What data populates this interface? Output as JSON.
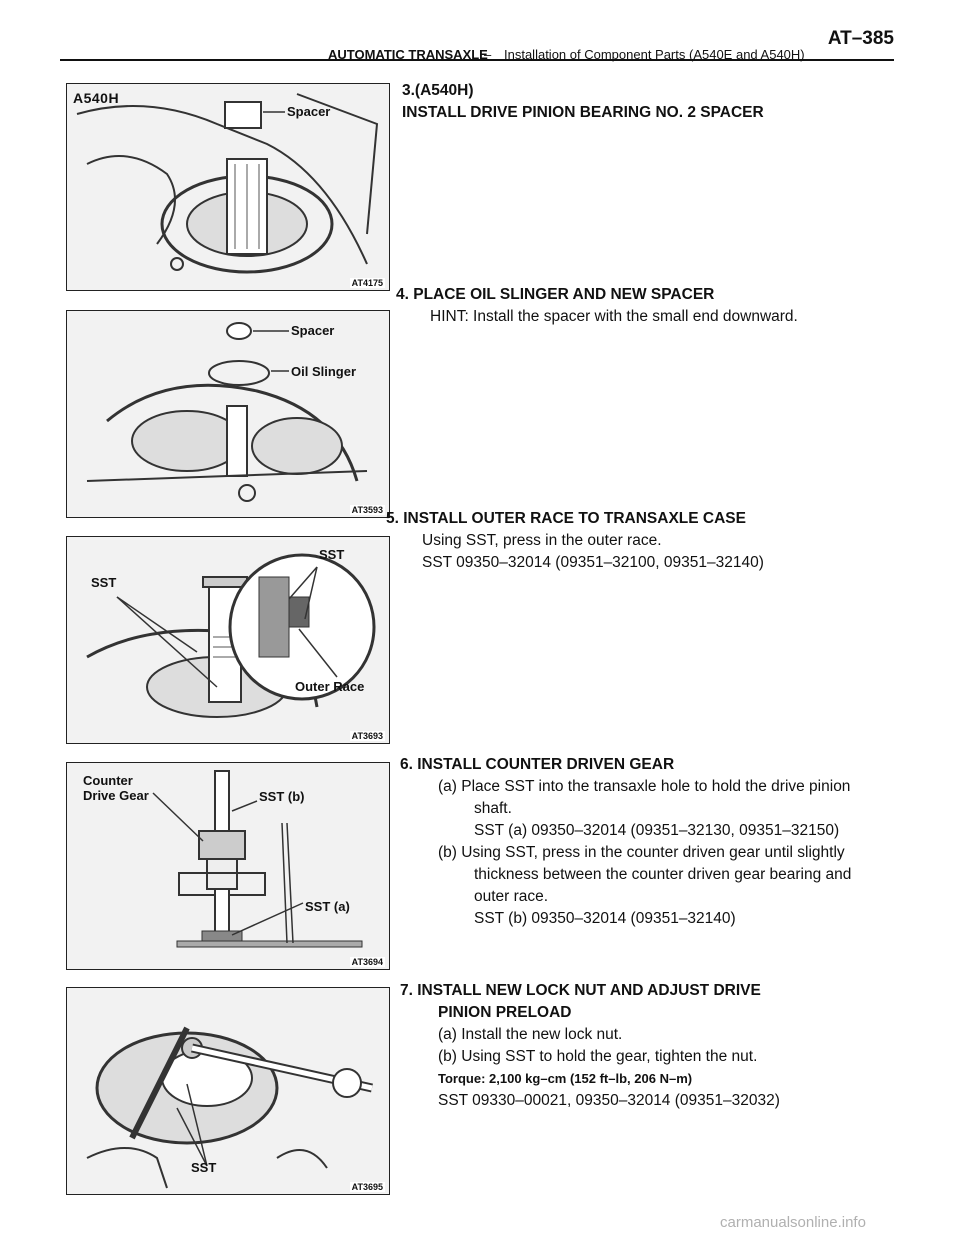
{
  "header": {
    "section": "AUTOMATIC TRANSAXLE",
    "dash": "–",
    "subtitle": "Installation of Component Parts (A540E and A540H)",
    "page": "AT–385"
  },
  "figures": [
    {
      "code": "AT4175",
      "tag": "A540H",
      "labels": [
        "Spacer"
      ]
    },
    {
      "code": "AT3593",
      "labels": [
        "Spacer",
        "Oil Slinger"
      ]
    },
    {
      "code": "AT3693",
      "labels": [
        "SST",
        "SST",
        "Outer Race"
      ]
    },
    {
      "code": "AT3694",
      "labels": [
        "Counter",
        "Drive Gear",
        "SST (b)",
        "SST (a)"
      ]
    },
    {
      "code": "AT3695",
      "labels": [
        "SST"
      ]
    }
  ],
  "steps": {
    "s3": {
      "line1": "3.(A540H)",
      "line2": "INSTALL DRIVE PINION BEARING NO. 2 SPACER"
    },
    "s4": {
      "title": "4. PLACE OIL SLINGER AND NEW SPACER",
      "hint": "HINT: Install the spacer with the small end downward."
    },
    "s5": {
      "title": "5. INSTALL OUTER RACE TO TRANSAXLE CASE",
      "l1": "Using SST, press in the outer race.",
      "l2": "SST  09350–32014  (09351–32100,  09351–32140)"
    },
    "s6": {
      "title": "6. INSTALL COUNTER DRIVEN GEAR",
      "a1": "(a) Place SST into the transaxle hole to hold the drive pinion",
      "a2": "shaft.",
      "a3": "SST  (a)  09350–32014  (09351–32130,  09351–32150)",
      "b1": "(b) Using SST, press in the counter driven gear until slightly",
      "b2": "thickness between the counter driven gear bearing and",
      "b3": "outer race.",
      "b4": "SST  (b)  09350–32014  (09351–32140)"
    },
    "s7": {
      "title1": "7. INSTALL NEW LOCK NUT AND ADJUST DRIVE",
      "title2": "PINION PRELOAD",
      "a": "(a) Install the new lock nut.",
      "b": "(b) Using SST to hold the gear, tighten the nut.",
      "torque": "Torque: 2,100 kg–cm (152 ft–lb, 206 N–m)",
      "sst": "SST  09330–00021,  09350–32014  (09351–32032)"
    }
  },
  "footer": {
    "text": "carmanualsonline.info"
  }
}
